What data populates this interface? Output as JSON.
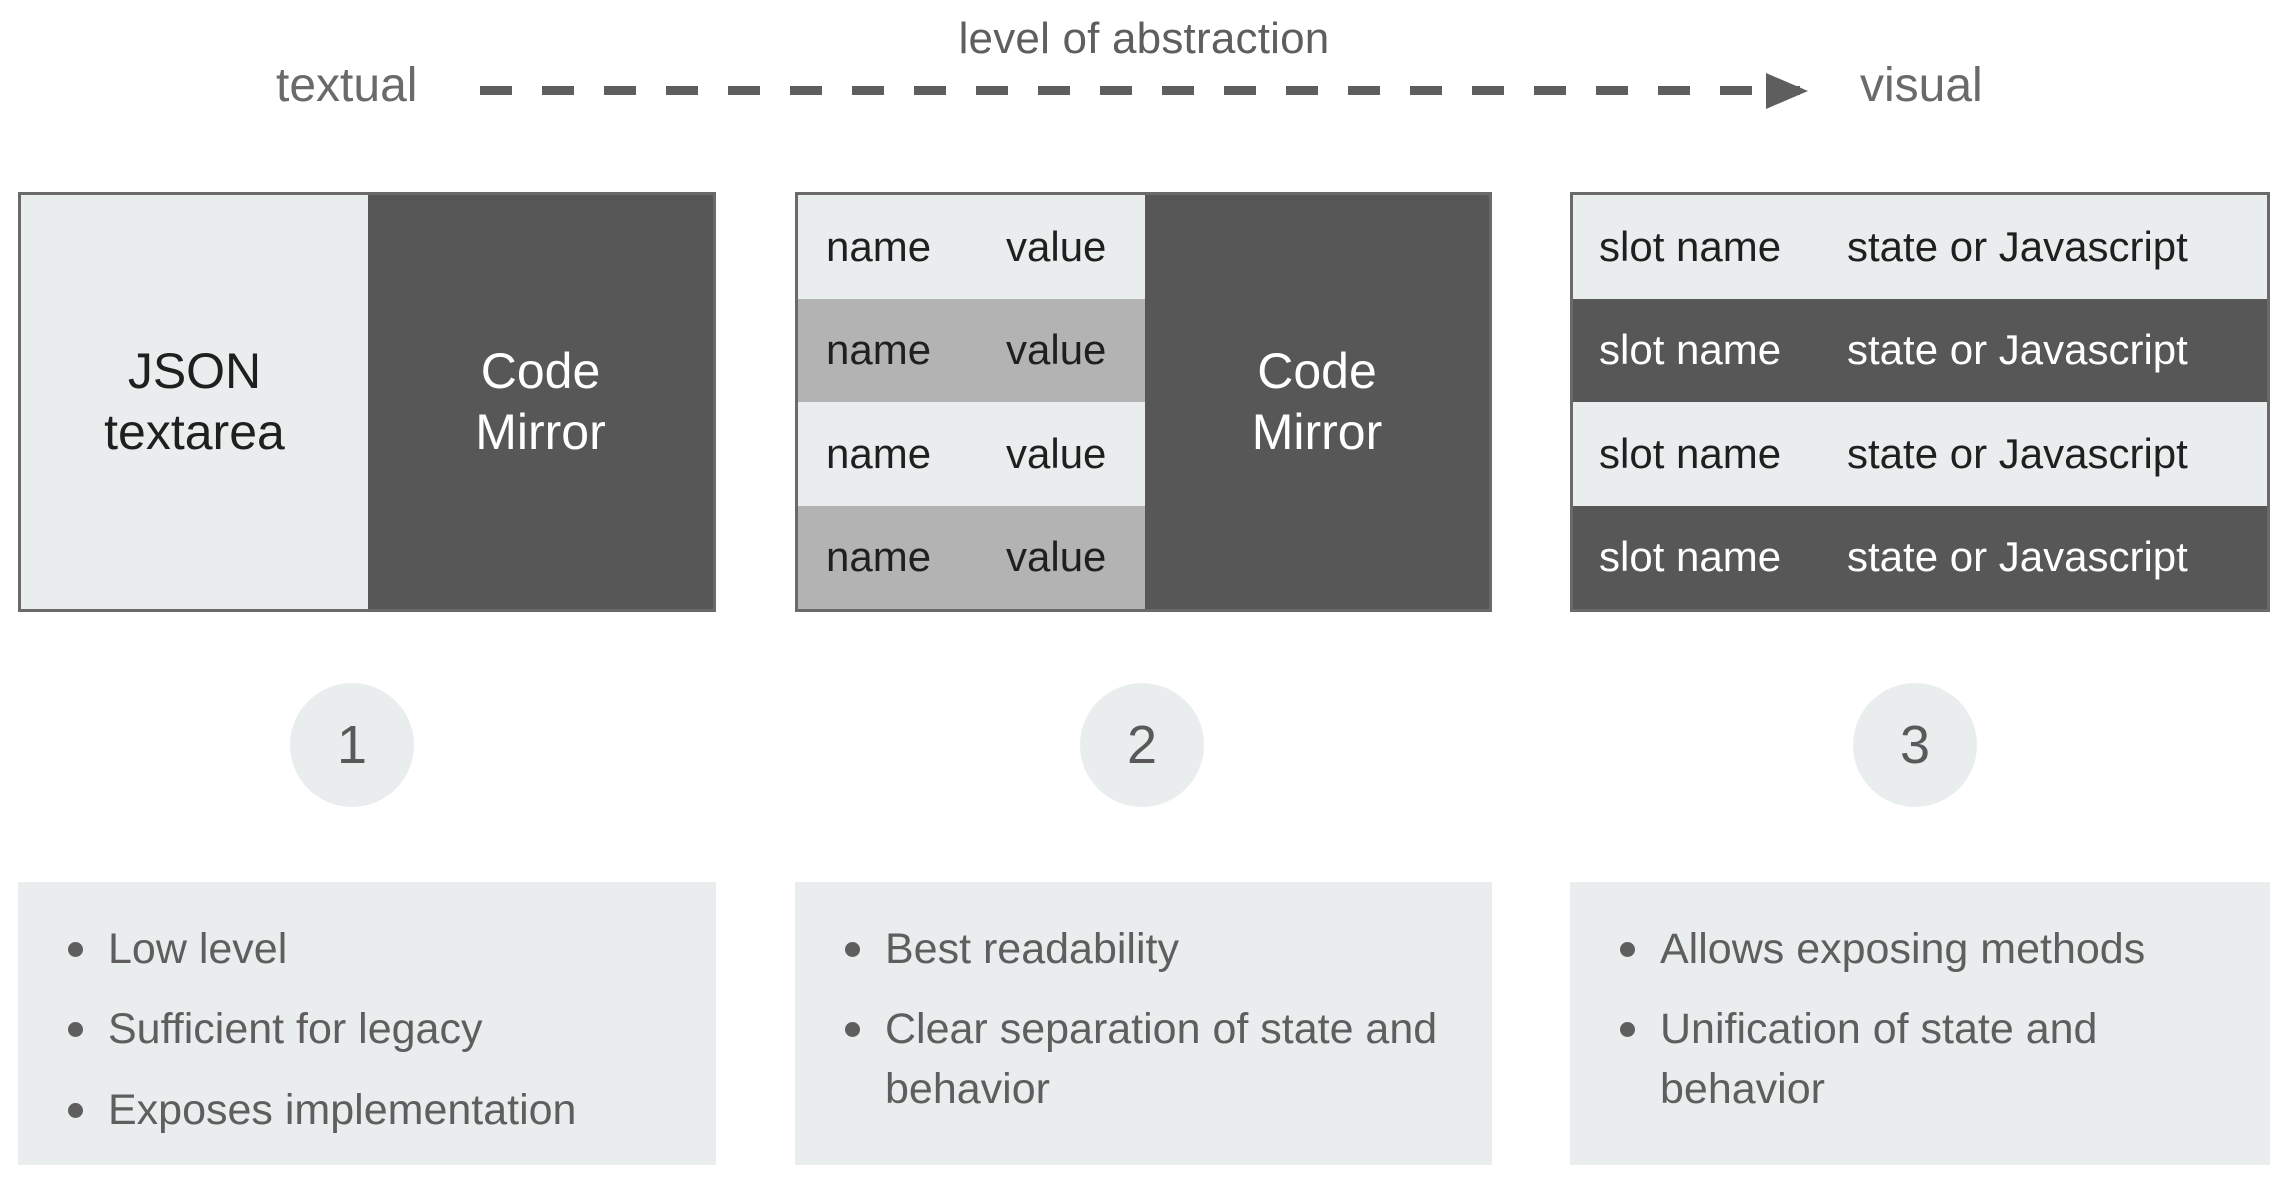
{
  "axis": {
    "title": "level of abstraction",
    "left_label": "textual",
    "right_label": "visual",
    "arrow_direction": "right",
    "line_style": "dashed"
  },
  "panels": [
    {
      "id": 1,
      "step_number": "1",
      "layout": "two-pane",
      "left_pane": {
        "style": "light",
        "text": "JSON\ntextarea"
      },
      "right_pane": {
        "style": "dark",
        "text": "Code\nMirror"
      },
      "bullets": [
        "Low level",
        "Sufficient for legacy",
        "Exposes implementation"
      ]
    },
    {
      "id": 2,
      "step_number": "2",
      "layout": "rows-plus-pane",
      "rows": [
        {
          "name": "name",
          "value": "value",
          "style": "light"
        },
        {
          "name": "name",
          "value": "value",
          "style": "mid"
        },
        {
          "name": "name",
          "value": "value",
          "style": "light"
        },
        {
          "name": "name",
          "value": "value",
          "style": "mid"
        }
      ],
      "right_pane": {
        "style": "dark",
        "text": "Code\nMirror"
      },
      "bullets": [
        "Best readability",
        "Clear separation of state and behavior"
      ]
    },
    {
      "id": 3,
      "step_number": "3",
      "layout": "full-rows",
      "rows": [
        {
          "name": "slot name",
          "value": "state or Javascript",
          "style": "light"
        },
        {
          "name": "slot name",
          "value": "state or Javascript",
          "style": "dark"
        },
        {
          "name": "slot name",
          "value": "state or Javascript",
          "style": "light"
        },
        {
          "name": "slot name",
          "value": "state or Javascript",
          "style": "dark"
        }
      ],
      "bullets": [
        "Allows exposing methods",
        "Unification of state and behavior"
      ]
    }
  ],
  "colors": {
    "light_panel": "#e9edee",
    "mid_panel": "#b3b3b3",
    "dark_panel": "#575757",
    "text_gray": "#5e5e5e",
    "border": "#6a6a6a",
    "background": "#ffffff"
  }
}
